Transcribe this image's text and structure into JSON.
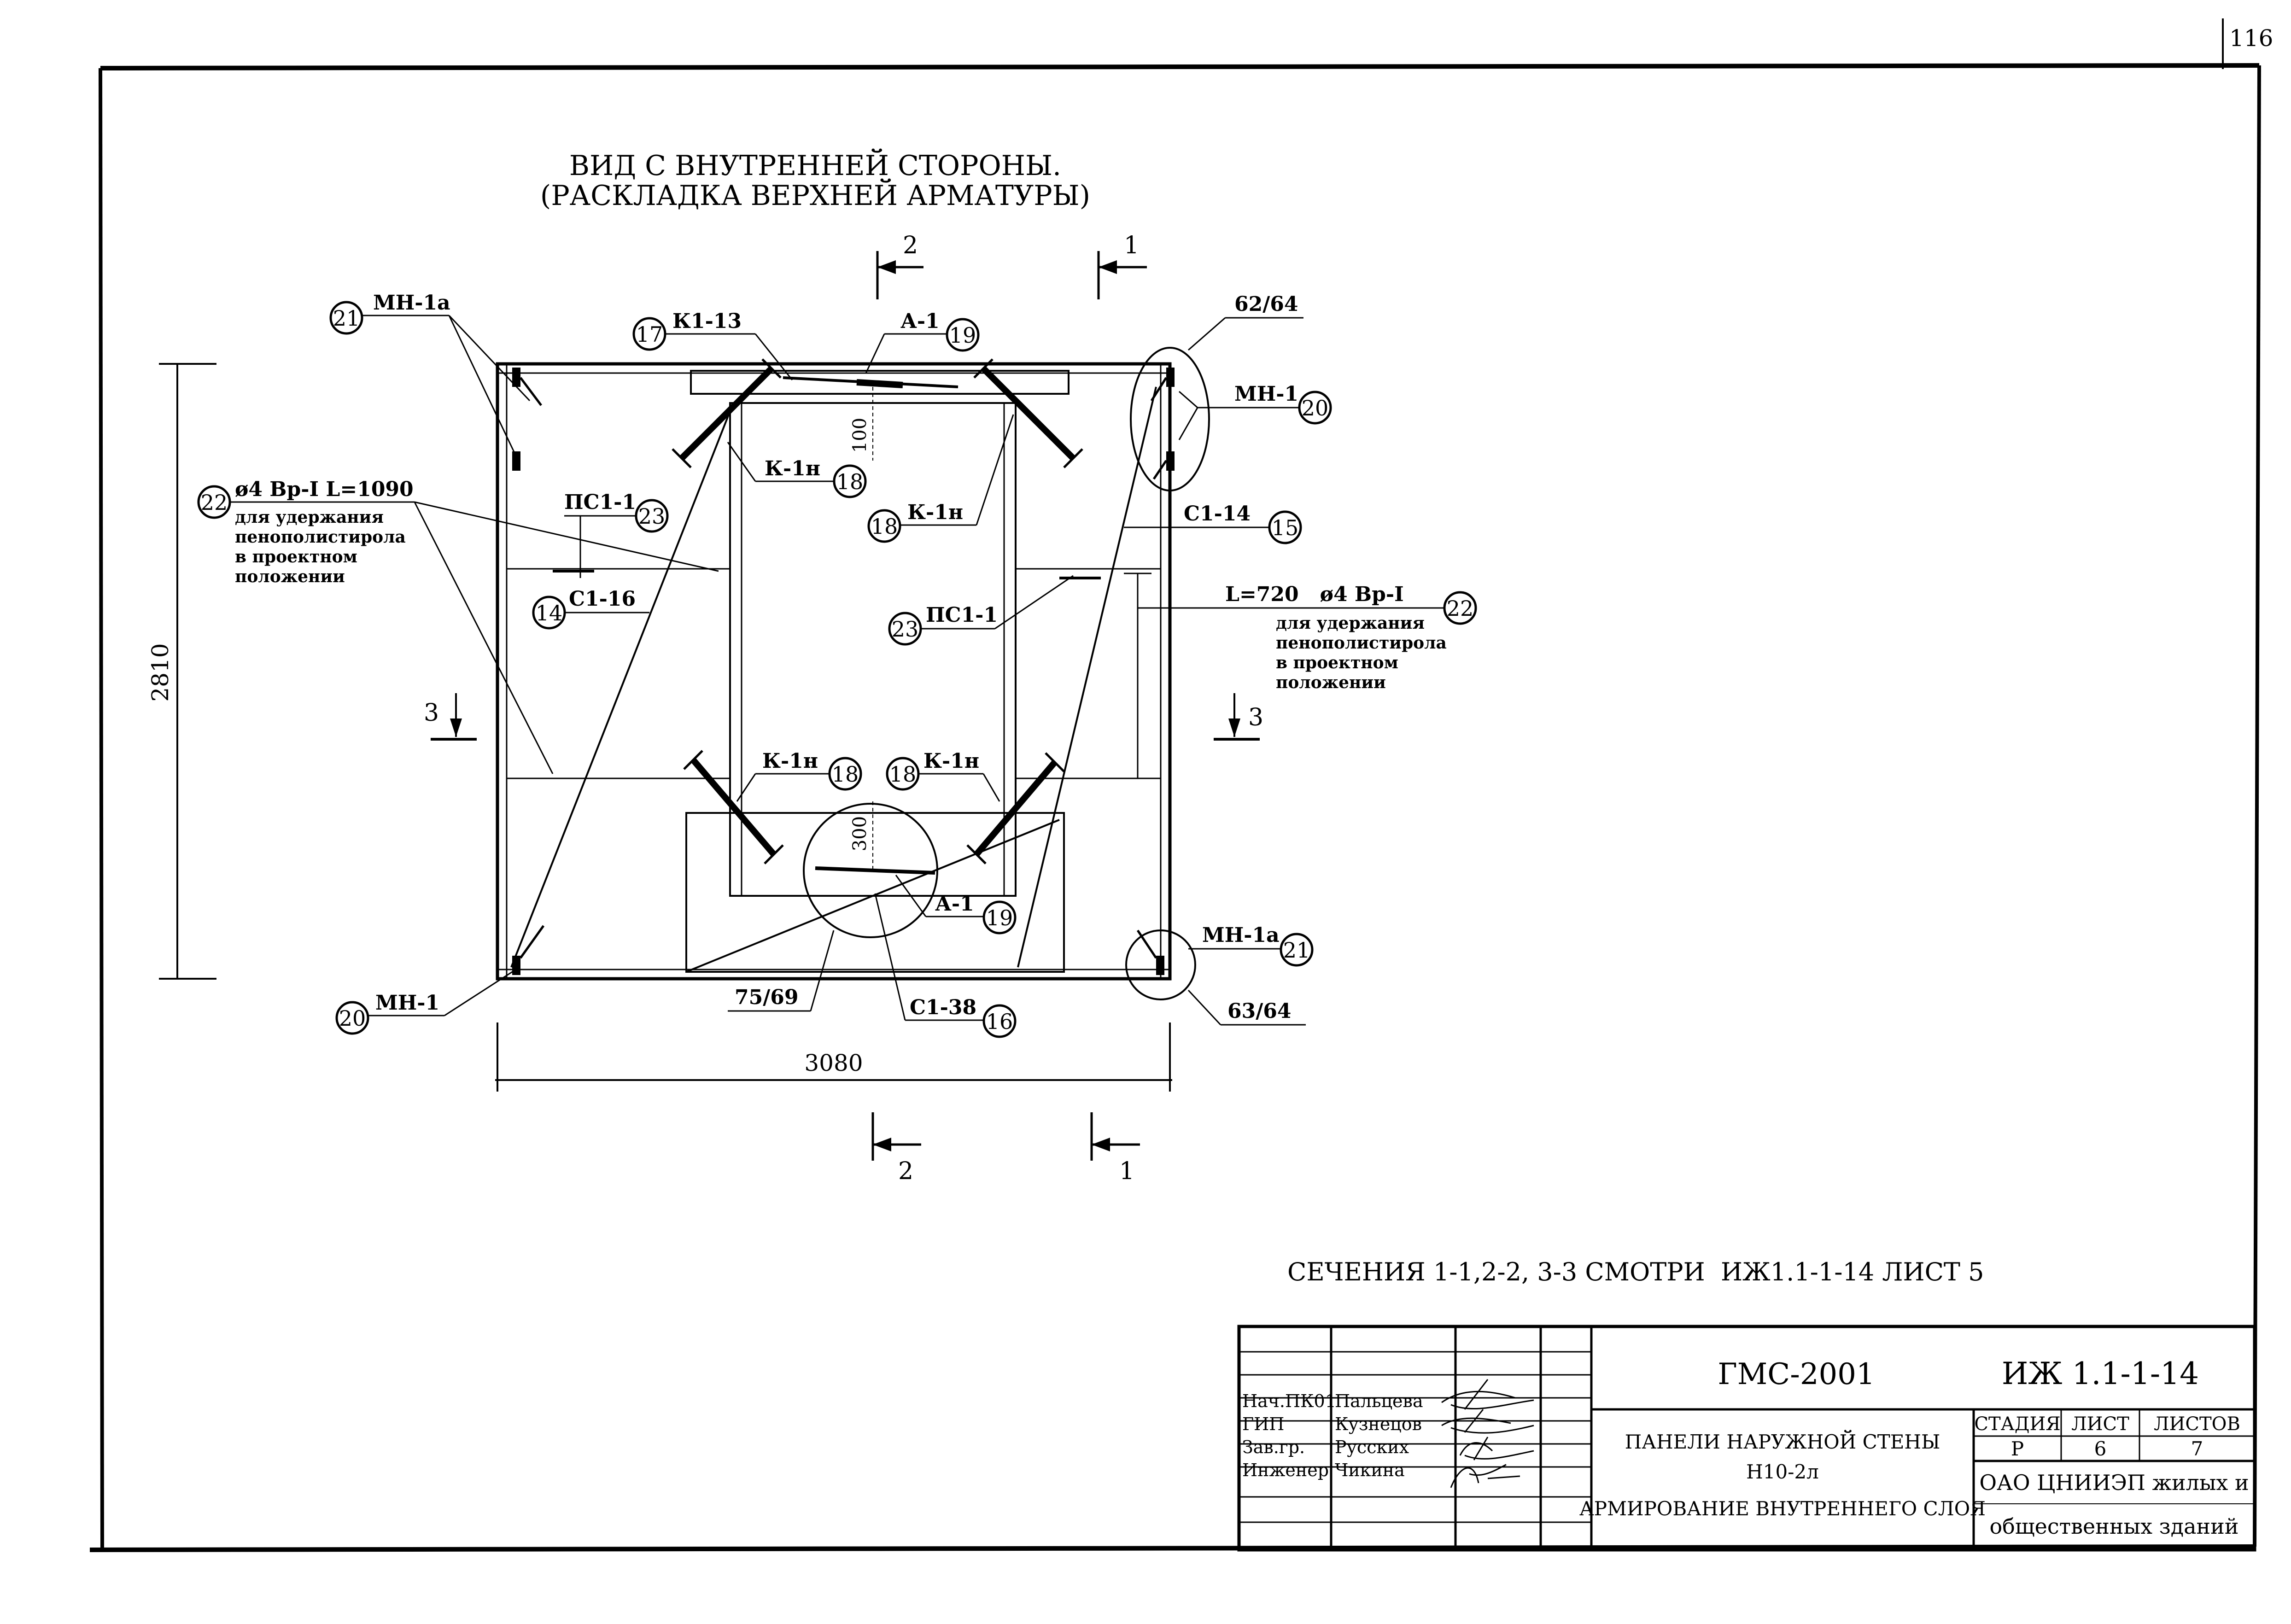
{
  "page_number": "116",
  "title": {
    "line1": "ВИД С ВНУТРЕННЕЙ СТОРОНЫ.",
    "line2": "(РАСКЛАДКА ВЕРХНЕЙ АРМАТУРЫ)"
  },
  "sections": {
    "s1": "1",
    "s2": "2",
    "s3": "3"
  },
  "dimensions": {
    "height": "2810",
    "width": "3080",
    "d100": "100",
    "d300": "300"
  },
  "callouts": {
    "c21_top": {
      "num": "21",
      "label": "МН-1а"
    },
    "c17": {
      "num": "17",
      "label": "К1-13"
    },
    "c19_top": {
      "num": "19",
      "label": "А-1"
    },
    "c62": {
      "label": "62/64"
    },
    "c20_right": {
      "num": "20",
      "label": "МН-1"
    },
    "c18_a": {
      "num": "18",
      "label": "К-1н"
    },
    "c18_b": {
      "num": "18",
      "label": "К-1н"
    },
    "c22_left": {
      "num": "22",
      "label": "ø4 Вр-I L=1090",
      "note1": "для удержания",
      "note2": "пенополистирола",
      "note3": "в проектном",
      "note4": "положении"
    },
    "c23_left": {
      "num": "23",
      "label": "ПС1-1"
    },
    "c15": {
      "num": "15",
      "label": "С1-14"
    },
    "c14": {
      "num": "14",
      "label": "С1-16"
    },
    "c23_mid": {
      "num": "23",
      "label": "ПС1-1"
    },
    "c22_right": {
      "num": "22",
      "label": "L=720   ø4 Вр-I",
      "note1": "для удержания",
      "note2": "пенополистирола",
      "note3": "в проектном",
      "note4": "положении"
    },
    "c18_c": {
      "num": "18",
      "label": "К-1н"
    },
    "c18_d": {
      "num": "18",
      "label": "К-1н"
    },
    "c19_bot": {
      "num": "19",
      "label": "А-1"
    },
    "c21_bot": {
      "num": "21",
      "label": "МН-1а"
    },
    "c20_left": {
      "num": "20",
      "label": "МН-1"
    },
    "c75": {
      "label": "75/69"
    },
    "c16": {
      "num": "16",
      "label": "С1-38"
    },
    "c63": {
      "label": "63/64"
    }
  },
  "note": "СЕЧЕНИЯ 1-1,2-2, 3-3 СМОТРИ  ИЖ1.1-1-14 ЛИСТ 5",
  "stamp": {
    "org_code": "ГМС-2001",
    "doc_code": "ИЖ 1.1-1-14",
    "roles": [
      "Нач.ПК01",
      "ГИП",
      "Зав.гр.",
      "Инженер"
    ],
    "names": [
      "Пальцева",
      "Кузнецов",
      "Русских",
      "Чикина"
    ],
    "title_line1": "ПАНЕЛИ НАРУЖНОЙ СТЕНЫ",
    "title_line2": "Н10-2л",
    "title_line3": "АРМИРОВАНИЕ ВНУТРЕННЕГО СЛОЯ",
    "stage_label": "СТАДИЯ",
    "sheet_label": "ЛИСТ",
    "sheets_label": "ЛИСТОВ",
    "stage": "Р",
    "sheet": "6",
    "sheets": "7",
    "company_line1": "ОАО ЦНИИЭП жилых и",
    "company_line2": "общественных зданий"
  }
}
